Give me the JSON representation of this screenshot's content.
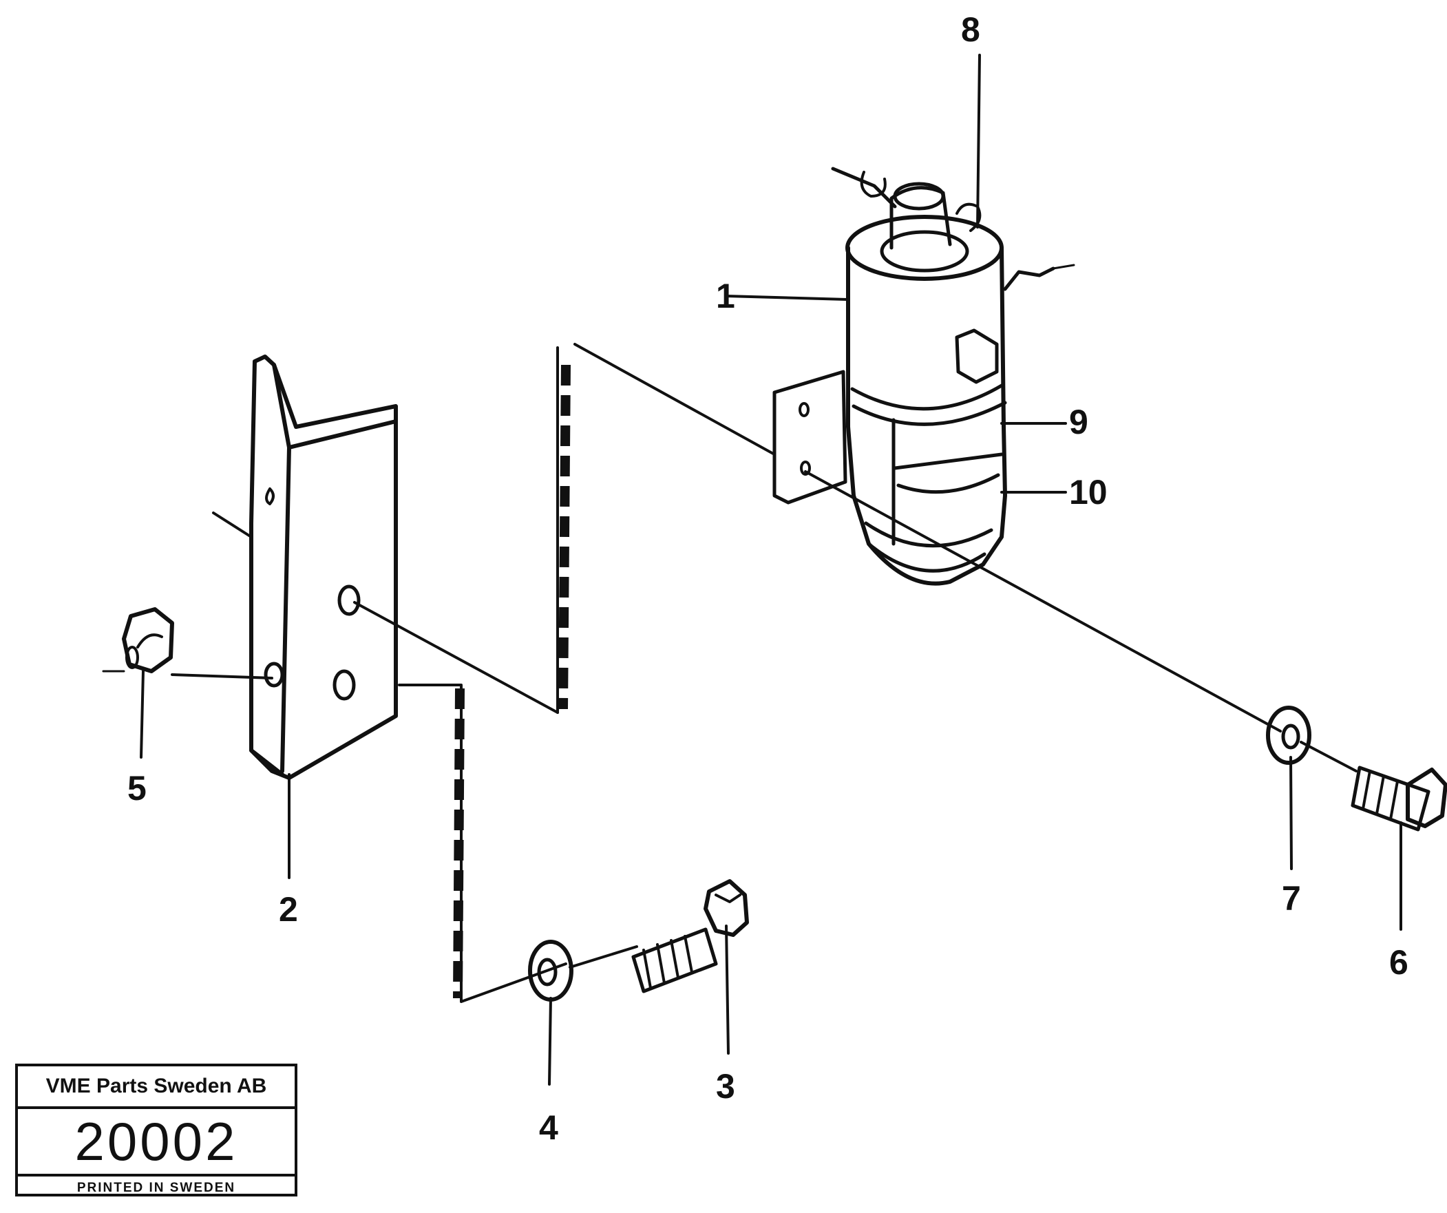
{
  "diagram": {
    "callouts": [
      {
        "id": "1",
        "label": "1"
      },
      {
        "id": "2",
        "label": "2"
      },
      {
        "id": "3",
        "label": "3"
      },
      {
        "id": "4",
        "label": "4"
      },
      {
        "id": "5",
        "label": "5"
      },
      {
        "id": "6",
        "label": "6"
      },
      {
        "id": "7",
        "label": "7"
      },
      {
        "id": "8",
        "label": "8"
      },
      {
        "id": "9",
        "label": "9"
      },
      {
        "id": "10",
        "label": "10"
      }
    ]
  },
  "title_block": {
    "company": "VME Parts Sweden AB",
    "drawing_number": "20002",
    "printed": "PRINTED IN SWEDEN"
  },
  "colors": {
    "ink": "#111111",
    "paper": "#ffffff"
  }
}
